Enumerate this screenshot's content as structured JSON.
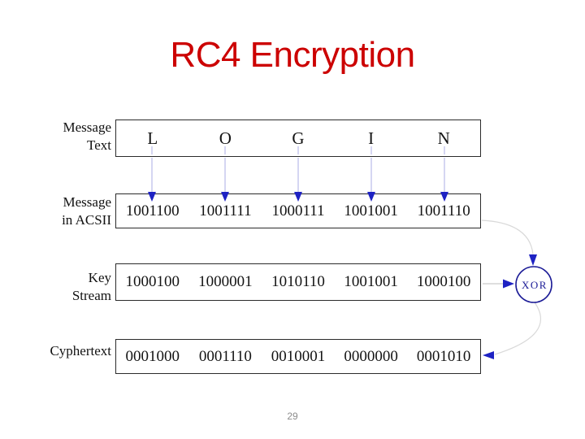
{
  "slide": {
    "title": "RC4 Encryption",
    "page_number": "29",
    "background": "#ffffff"
  },
  "colors": {
    "title_red": "#cc0000",
    "box_border": "#2b2b2b",
    "diagram_text": "#141414",
    "arrow_blue": "#1e22c3",
    "arrow_stem_lavender": "#c7c9ee",
    "connector_gray": "#d9d9d9",
    "xor_navy": "#1b1b96",
    "page_number_gray": "#8c8c8c"
  },
  "rows": [
    {
      "label_lines": [
        "Message",
        "Text"
      ],
      "values": [
        "L",
        "O",
        "G",
        "I",
        "N"
      ]
    },
    {
      "label_lines": [
        "Message",
        "in ACSII"
      ],
      "values": [
        "1001100",
        "1001111",
        "1000111",
        "1001001",
        "1001110"
      ]
    },
    {
      "label_lines": [
        "Key",
        "Stream"
      ],
      "values": [
        "1000100",
        "1000001",
        "1010110",
        "1001001",
        "1000100"
      ]
    },
    {
      "label_lines": [
        "Cyphertext"
      ],
      "values": [
        "0001000",
        "0001110",
        "0010001",
        "0000000",
        "0001010"
      ]
    }
  ],
  "xor_node": {
    "label": "XOR"
  },
  "icons": {
    "column_arrowheads": "arrow-down-icon",
    "keystream_arrowhead": "arrow-right-icon",
    "xor_top_arrowhead": "arrow-down-icon",
    "cyphertext_arrowhead": "arrow-left-icon"
  }
}
